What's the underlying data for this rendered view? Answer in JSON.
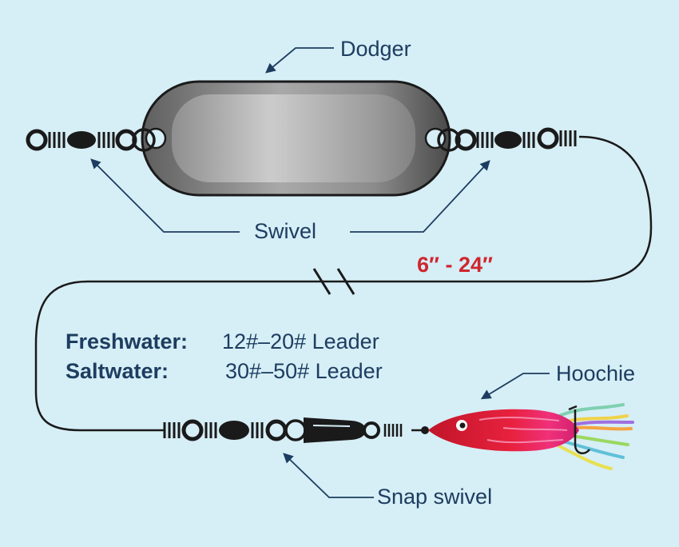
{
  "labels": {
    "dodger": "Dodger",
    "swivel": "Swivel",
    "length": "6″ - 24″",
    "hoochie": "Hoochie",
    "snap_swivel": "Snap swivel"
  },
  "specs": {
    "freshwater_label": "Freshwater:",
    "freshwater_value": "12#–20# Leader",
    "saltwater_label": "Saltwater:",
    "saltwater_value": "30#–50# Leader"
  },
  "colors": {
    "background": "#d6eef6",
    "text": "#1d3d60",
    "length_text": "#d0262e",
    "line": "#1a1a1a"
  }
}
